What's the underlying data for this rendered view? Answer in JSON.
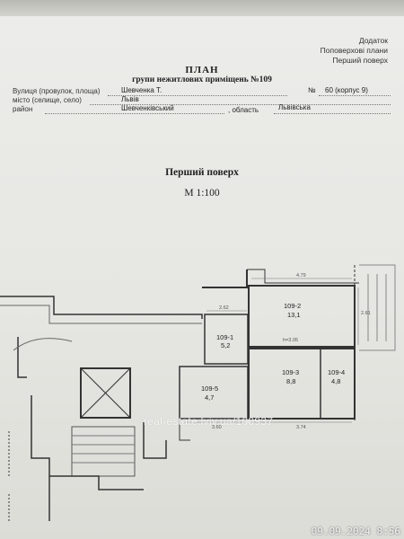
{
  "annex": {
    "line1": "Додаток",
    "line2": "Поповерхові плани",
    "line3": "Перший поверх"
  },
  "header": {
    "title": "ПЛАН",
    "subtitle": "групи нежитлових приміщень №109",
    "street_label": "Вулиця (провулок, площа)",
    "street_value": "Шевченка Т.",
    "number_label": "№",
    "number_value": "60 (корпус 9)",
    "city_label": "місто (селище, село)",
    "city_value": "Львів",
    "district_label": "район",
    "district_value": "Шевченківський",
    "region_label": ", область",
    "region_value": "Львівська"
  },
  "floor": {
    "title": "Перший поверх",
    "scale": "М 1:100"
  },
  "rooms": [
    {
      "id": "109-2",
      "area": "13,1",
      "note": "h=3.05"
    },
    {
      "id": "109-1",
      "area": "5,2"
    },
    {
      "id": "109-3",
      "area": "8,8"
    },
    {
      "id": "109-4",
      "area": "4,8"
    },
    {
      "id": "109-5",
      "area": "4,7"
    }
  ],
  "dimensions": {
    "d1": "4.79",
    "d2": "2.62",
    "d3": "3.60",
    "d4": "3.74",
    "d5": "2.61"
  },
  "watermark": "real-estate.lviv.ua/100937",
  "timestamp": "09.09.2024 8:56"
}
